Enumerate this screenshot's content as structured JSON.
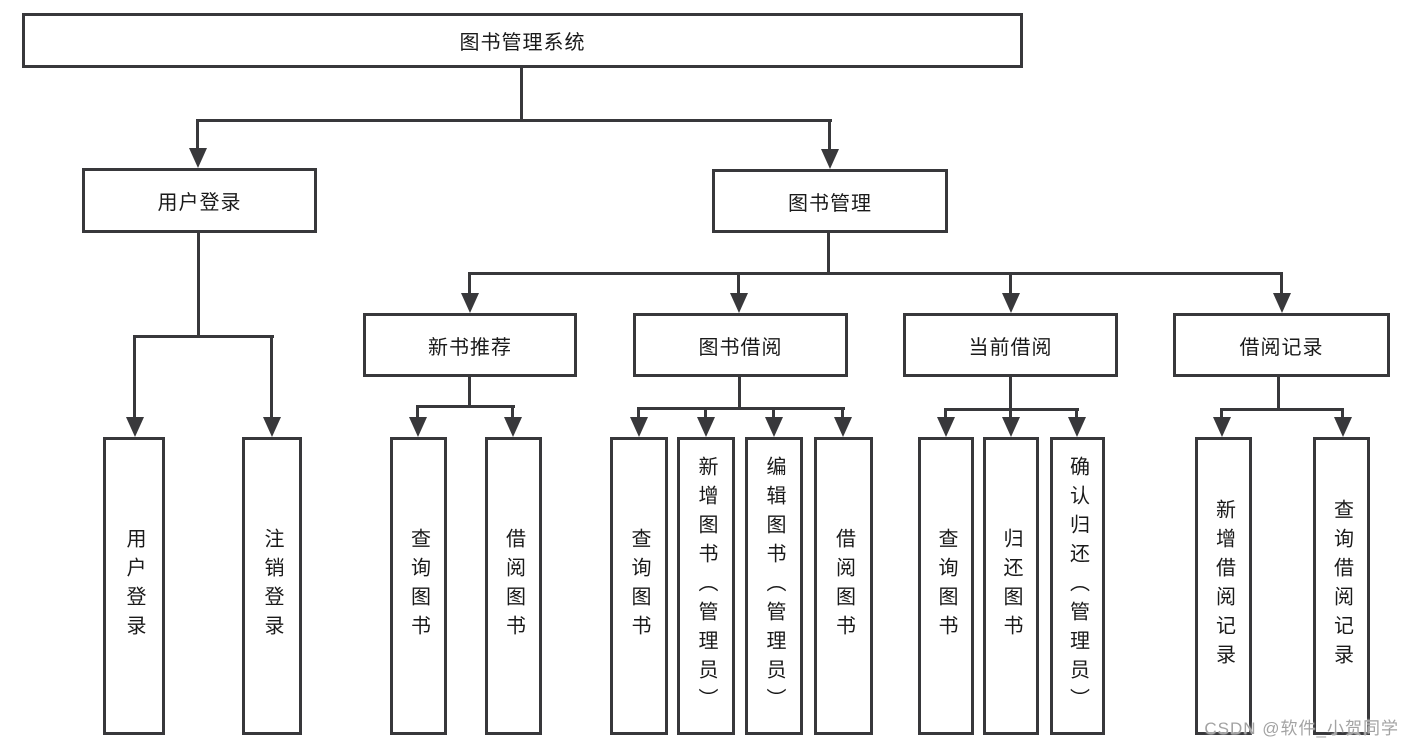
{
  "diagram": {
    "title": "图书管理系统",
    "level2": {
      "user_login": "用户登录",
      "book_mgmt": "图书管理"
    },
    "level3": {
      "new_book_rec": "新书推荐",
      "book_borrow": "图书借阅",
      "current_borrow": "当前借阅",
      "borrow_records": "借阅记录"
    },
    "leaves": {
      "user_login": [
        "用户登录",
        "注销登录"
      ],
      "new_book_rec": [
        "查询图书",
        "借阅图书"
      ],
      "book_borrow": [
        "查询图书",
        "新增图书（管理员）",
        "编辑图书（管理员）",
        "借阅图书"
      ],
      "current_borrow": [
        "查询图书",
        "归还图书",
        "确认归还（管理员）"
      ],
      "borrow_records": [
        "新增借阅记录",
        "查询借阅记录"
      ]
    },
    "colors": {
      "line": "#38383b",
      "text": "#1a1a1a",
      "watermark": "#a3a3a3"
    },
    "watermark": "CSDN @软件_小贺同学"
  }
}
